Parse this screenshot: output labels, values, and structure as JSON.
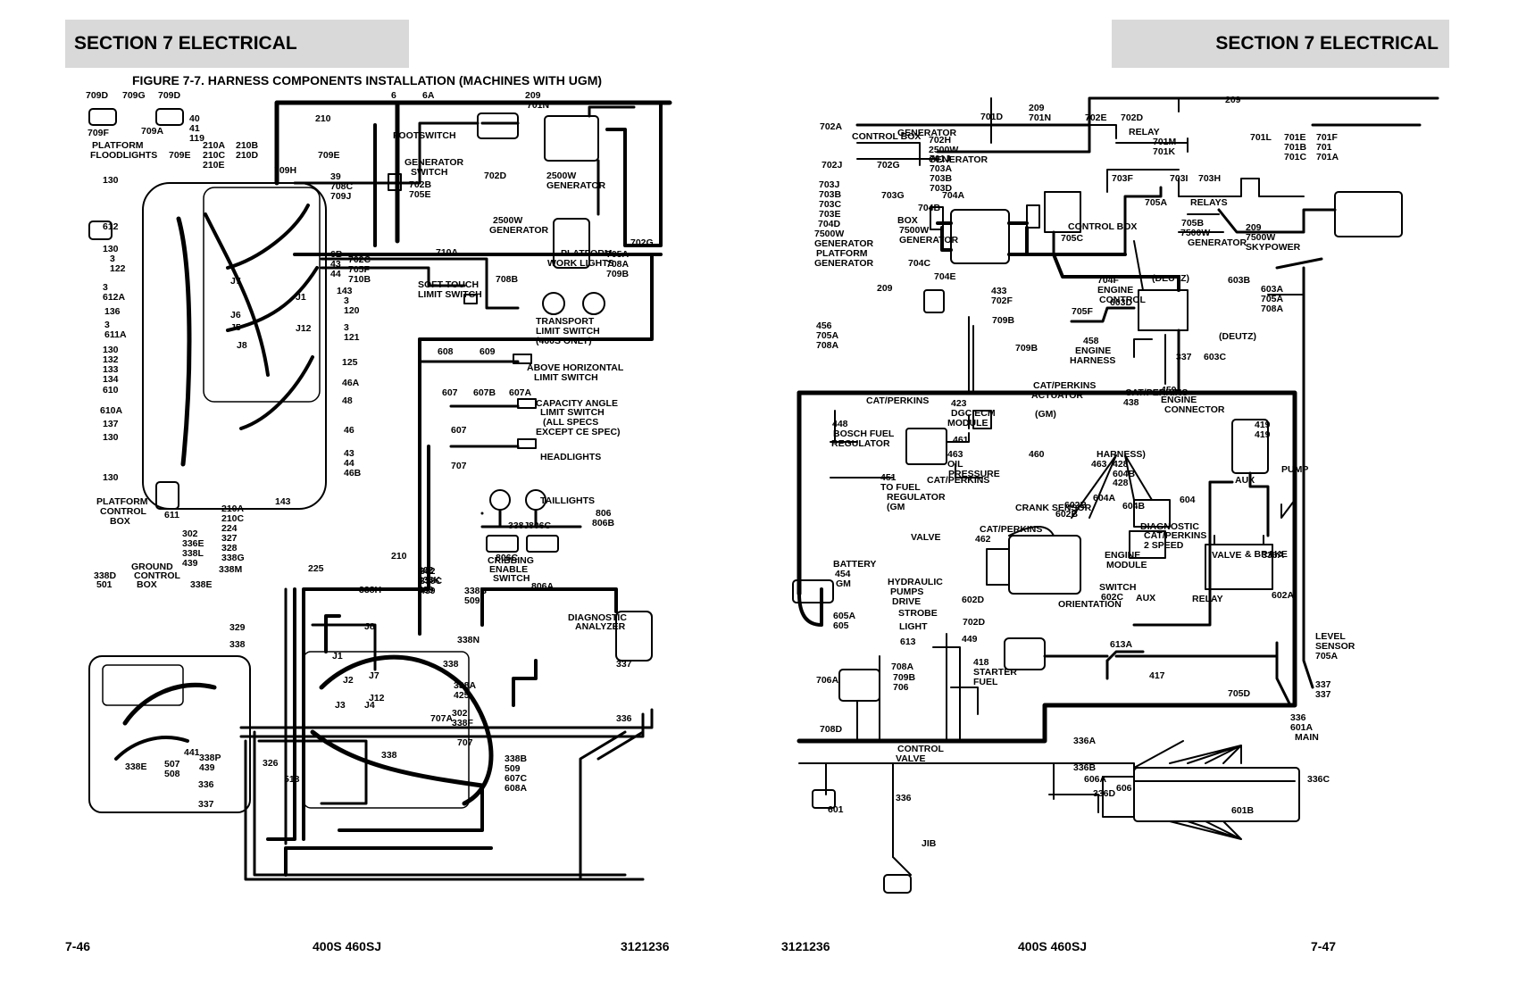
{
  "header": {
    "left": "SECTION 7   ELECTRICAL",
    "right": "SECTION 7   ELECTRICAL"
  },
  "figure_title": "FIGURE 7-7. HARNESS COMPONENTS INSTALLATION (MACHINES WITH UGM)",
  "footer": {
    "left_page": "7-46",
    "left_model": "400S 460SJ",
    "left_doc": "3121236",
    "right_doc": "3121236",
    "right_model": "400S 460SJ",
    "right_page": "7-47"
  },
  "left_labels": [
    {
      "t": "709D"
    },
    {
      "t": "709G"
    },
    {
      "t": "709D"
    },
    {
      "t": "40"
    },
    {
      "t": "41"
    },
    {
      "t": "119"
    },
    {
      "t": "709F"
    },
    {
      "t": "709A"
    },
    {
      "t": "210A"
    },
    {
      "t": "210C"
    },
    {
      "t": "210E"
    },
    {
      "t": "210B"
    },
    {
      "t": "210D"
    },
    {
      "t": "PLATFORM"
    },
    {
      "t": "FLOODLIGHTS"
    },
    {
      "t": "709E"
    },
    {
      "t": "210"
    },
    {
      "t": "709E"
    },
    {
      "t": "709H"
    },
    {
      "t": "39"
    },
    {
      "t": "708C"
    },
    {
      "t": "709J"
    },
    {
      "t": "6"
    },
    {
      "t": "6A"
    },
    {
      "t": "FOOTSWITCH"
    },
    {
      "t": "209"
    },
    {
      "t": "701N"
    },
    {
      "t": "GENERATOR"
    },
    {
      "t": "SWITCH"
    },
    {
      "t": "702B"
    },
    {
      "t": "705E"
    },
    {
      "t": "702D"
    },
    {
      "t": "2500W"
    },
    {
      "t": "GENERATOR"
    },
    {
      "t": "2500W"
    },
    {
      "t": "GENERATOR"
    },
    {
      "t": "702G"
    },
    {
      "t": "130"
    },
    {
      "t": "612"
    },
    {
      "t": "130"
    },
    {
      "t": "3"
    },
    {
      "t": "122"
    },
    {
      "t": "3"
    },
    {
      "t": "612A"
    },
    {
      "t": "136"
    },
    {
      "t": "3"
    },
    {
      "t": "611A"
    },
    {
      "t": "130"
    },
    {
      "t": "132"
    },
    {
      "t": "133"
    },
    {
      "t": "134"
    },
    {
      "t": "610"
    },
    {
      "t": "610A"
    },
    {
      "t": "137"
    },
    {
      "t": "130"
    },
    {
      "t": "130"
    },
    {
      "t": "6B"
    },
    {
      "t": "43"
    },
    {
      "t": "44"
    },
    {
      "t": "702C"
    },
    {
      "t": "705F"
    },
    {
      "t": "710B"
    },
    {
      "t": "143"
    },
    {
      "t": "3"
    },
    {
      "t": "120"
    },
    {
      "t": "3"
    },
    {
      "t": "121"
    },
    {
      "t": "125"
    },
    {
      "t": "46A"
    },
    {
      "t": "48"
    },
    {
      "t": "46"
    },
    {
      "t": "43"
    },
    {
      "t": "44"
    },
    {
      "t": "46B"
    },
    {
      "t": "143"
    },
    {
      "t": "710A"
    },
    {
      "t": "SOFT TOUCH"
    },
    {
      "t": "LIMIT SWITCH"
    },
    {
      "t": "708B"
    },
    {
      "t": "PLATFORM"
    },
    {
      "t": "WORK LIGHTS"
    },
    {
      "t": "705A"
    },
    {
      "t": "708A"
    },
    {
      "t": "709B"
    },
    {
      "t": "TRANSPORT"
    },
    {
      "t": "LIMIT SWITCH"
    },
    {
      "t": "(400S ONLY)"
    },
    {
      "t": "608"
    },
    {
      "t": "609"
    },
    {
      "t": "ABOVE HORIZONTAL"
    },
    {
      "t": "LIMIT SWITCH"
    },
    {
      "t": "607"
    },
    {
      "t": "607B"
    },
    {
      "t": "607A"
    },
    {
      "t": "CAPACITY ANGLE"
    },
    {
      "t": "LIMIT SWITCH"
    },
    {
      "t": "(ALL SPECS"
    },
    {
      "t": "EXCEPT CE SPEC)"
    },
    {
      "t": "607"
    },
    {
      "t": "707"
    },
    {
      "t": "HEADLIGHTS"
    },
    {
      "t": "TAILLIGHTS"
    },
    {
      "t": "PLATFORM"
    },
    {
      "t": "CONTROL"
    },
    {
      "t": "BOX"
    },
    {
      "t": "611"
    },
    {
      "t": "210A"
    },
    {
      "t": "210C"
    },
    {
      "t": "224"
    },
    {
      "t": "327"
    },
    {
      "t": "328"
    },
    {
      "t": "338G"
    },
    {
      "t": "302"
    },
    {
      "t": "336E"
    },
    {
      "t": "338L"
    },
    {
      "t": "439"
    },
    {
      "t": "GROUND"
    },
    {
      "t": "CONTROL"
    },
    {
      "t": "BOX"
    },
    {
      "t": "338D"
    },
    {
      "t": "501"
    },
    {
      "t": "338E"
    },
    {
      "t": "338M"
    },
    {
      "t": "225"
    },
    {
      "t": "210"
    },
    {
      "t": "302"
    },
    {
      "t": "338K"
    },
    {
      "t": "439"
    },
    {
      "t": "338H"
    },
    {
      "t": "302"
    },
    {
      "t": "338C"
    },
    {
      "t": "439"
    },
    {
      "t": "338J"
    },
    {
      "t": "806C"
    },
    {
      "t": "806"
    },
    {
      "t": "806B"
    },
    {
      "t": "CRIBBING"
    },
    {
      "t": "ENABLE"
    },
    {
      "t": "SWITCH"
    },
    {
      "t": "806C"
    },
    {
      "t": "806A"
    },
    {
      "t": "338B"
    },
    {
      "t": "509"
    },
    {
      "t": "DIAGNOSTIC"
    },
    {
      "t": "ANALYZER"
    },
    {
      "t": "329"
    },
    {
      "t": "338"
    },
    {
      "t": "338N"
    },
    {
      "t": "338"
    },
    {
      "t": "338A"
    },
    {
      "t": "425"
    },
    {
      "t": "337"
    },
    {
      "t": "336"
    },
    {
      "t": "302"
    },
    {
      "t": "338F"
    },
    {
      "t": "707A"
    },
    {
      "t": "707"
    },
    {
      "t": "338"
    },
    {
      "t": "338B"
    },
    {
      "t": "509"
    },
    {
      "t": "607C"
    },
    {
      "t": "608A"
    },
    {
      "t": "326"
    },
    {
      "t": "513"
    },
    {
      "t": "338E"
    },
    {
      "t": "507"
    },
    {
      "t": "508"
    },
    {
      "t": "441"
    },
    {
      "t": "338P"
    },
    {
      "t": "439"
    },
    {
      "t": "336"
    },
    {
      "t": "337"
    },
    {
      "t": "J7"
    },
    {
      "t": "J6"
    },
    {
      "t": "J5"
    },
    {
      "t": "J8"
    },
    {
      "t": "J1"
    },
    {
      "t": "J12"
    },
    {
      "t": "J8"
    },
    {
      "t": "J1"
    },
    {
      "t": "J2"
    },
    {
      "t": "J7"
    },
    {
      "t": "J12"
    },
    {
      "t": "J3"
    },
    {
      "t": "J4"
    }
  ],
  "right_labels": [
    {
      "t": "209"
    },
    {
      "t": "701N"
    },
    {
      "t": "702E"
    },
    {
      "t": "702D"
    },
    {
      "t": "209"
    },
    {
      "t": "701D"
    },
    {
      "t": "702A"
    },
    {
      "t": "GENERATOR"
    },
    {
      "t": "CONTROL BOX"
    },
    {
      "t": "702J"
    },
    {
      "t": "702G"
    },
    {
      "t": "702H"
    },
    {
      "t": "2500W"
    },
    {
      "t": "GENERATOR"
    },
    {
      "t": "RELAY"
    },
    {
      "t": "701M"
    },
    {
      "t": "701K"
    },
    {
      "t": "701L"
    },
    {
      "t": "701E"
    },
    {
      "t": "701B"
    },
    {
      "t": "701C"
    },
    {
      "t": "701F"
    },
    {
      "t": "701"
    },
    {
      "t": "701A"
    },
    {
      "t": "701J"
    },
    {
      "t": "703A"
    },
    {
      "t": "703B"
    },
    {
      "t": "703D"
    },
    {
      "t": "703F"
    },
    {
      "t": "703I"
    },
    {
      "t": "703H"
    },
    {
      "t": "703J"
    },
    {
      "t": "703B"
    },
    {
      "t": "703C"
    },
    {
      "t": "703E"
    },
    {
      "t": "703G"
    },
    {
      "t": "704A"
    },
    {
      "t": "704B"
    },
    {
      "t": "704D"
    },
    {
      "t": "7500W"
    },
    {
      "t": "GENERATOR"
    },
    {
      "t": "PLATFORM"
    },
    {
      "t": "BOX"
    },
    {
      "t": "7500W"
    },
    {
      "t": "GENERATOR"
    },
    {
      "t": "CONTROL BOX"
    },
    {
      "t": "705C"
    },
    {
      "t": "705A"
    },
    {
      "t": "705B"
    },
    {
      "t": "7500W"
    },
    {
      "t": "GENERATOR"
    },
    {
      "t": "RELAYS"
    },
    {
      "t": "209"
    },
    {
      "t": "7500W"
    },
    {
      "t": "SKYPOWER"
    },
    {
      "t": "GENERATOR"
    },
    {
      "t": "704C"
    },
    {
      "t": "704E"
    },
    {
      "t": "209"
    },
    {
      "t": "704F"
    },
    {
      "t": "ENGINE"
    },
    {
      "t": "CONTROL"
    },
    {
      "t": "(DEUTZ)"
    },
    {
      "t": "603B"
    },
    {
      "t": "433"
    },
    {
      "t": "702F"
    },
    {
      "t": "705F"
    },
    {
      "t": "603D"
    },
    {
      "t": "603A"
    },
    {
      "t": "705A"
    },
    {
      "t": "708A"
    },
    {
      "t": "709B"
    },
    {
      "t": "458"
    },
    {
      "t": "ENGINE"
    },
    {
      "t": "HARNESS"
    },
    {
      "t": "(DEUTZ)"
    },
    {
      "t": "456"
    },
    {
      "t": "705A"
    },
    {
      "t": "708A"
    },
    {
      "t": "709B"
    },
    {
      "t": "337"
    },
    {
      "t": "603C"
    },
    {
      "t": "423"
    },
    {
      "t": "DGC ECM"
    },
    {
      "t": "MODULE"
    },
    {
      "t": "CAT/PERKINS"
    },
    {
      "t": "ACTUATOR"
    },
    {
      "t": "CAT/PERKINS"
    },
    {
      "t": "438"
    },
    {
      "t": "459"
    },
    {
      "t": "ENGINE"
    },
    {
      "t": "CONNECTOR"
    },
    {
      "t": "CAT/PERKINS"
    },
    {
      "t": "448"
    },
    {
      "t": "BOSCH FUEL"
    },
    {
      "t": "REGULATOR"
    },
    {
      "t": "(GM)"
    },
    {
      "t": "461"
    },
    {
      "t": "460"
    },
    {
      "t": "463"
    },
    {
      "t": "OIL"
    },
    {
      "t": "PRESSURE"
    },
    {
      "t": "CAT/PERKINS"
    },
    {
      "t": "451"
    },
    {
      "t": "TO FUEL"
    },
    {
      "t": "REGULATOR"
    },
    {
      "t": "(GM"
    },
    {
      "t": "HARNESS)"
    },
    {
      "t": "463"
    },
    {
      "t": "428"
    },
    {
      "t": "604B"
    },
    {
      "t": "428"
    },
    {
      "t": "604B"
    },
    {
      "t": "604A"
    },
    {
      "t": "604"
    },
    {
      "t": "419"
    },
    {
      "t": "419"
    },
    {
      "t": "AUX"
    },
    {
      "t": "PUMP"
    },
    {
      "t": "602B"
    },
    {
      "t": "602B"
    },
    {
      "t": "CRANK SENSOR"
    },
    {
      "t": "CAT/PERKINS"
    },
    {
      "t": "462"
    },
    {
      "t": "DIAGNOSTIC"
    },
    {
      "t": "CAT/PERKINS"
    },
    {
      "t": "2 SPEED"
    },
    {
      "t": "& BRAKE"
    },
    {
      "t": "VALVE"
    },
    {
      "t": "BATTERY"
    },
    {
      "t": "454"
    },
    {
      "t": "GM"
    },
    {
      "t": "ENGINE"
    },
    {
      "t": "MODULE"
    },
    {
      "t": "HYDRAULIC"
    },
    {
      "t": "PUMPS"
    },
    {
      "t": "DRIVE"
    },
    {
      "t": "ORIENTATION"
    },
    {
      "t": "SWITCH"
    },
    {
      "t": "602C"
    },
    {
      "t": "AUX"
    },
    {
      "t": "RELAY"
    },
    {
      "t": "602A"
    },
    {
      "t": "602D"
    },
    {
      "t": "702D"
    },
    {
      "t": "449"
    },
    {
      "t": "605A"
    },
    {
      "t": "605"
    },
    {
      "t": "STROBE"
    },
    {
      "t": "LIGHT"
    },
    {
      "t": "613"
    },
    {
      "t": "613A"
    },
    {
      "t": "418"
    },
    {
      "t": "STARTER"
    },
    {
      "t": "FUEL"
    },
    {
      "t": "LEVEL"
    },
    {
      "t": "SENSOR"
    },
    {
      "t": "705A"
    },
    {
      "t": "708A"
    },
    {
      "t": "709B"
    },
    {
      "t": "706"
    },
    {
      "t": "706A"
    },
    {
      "t": "417"
    },
    {
      "t": "337"
    },
    {
      "t": "337"
    },
    {
      "t": "705D"
    },
    {
      "t": "708D"
    },
    {
      "t": "336A"
    },
    {
      "t": "336"
    },
    {
      "t": "601A"
    },
    {
      "t": "MAIN"
    },
    {
      "t": "CONTROL"
    },
    {
      "t": "VALVE"
    },
    {
      "t": "336B"
    },
    {
      "t": "606A"
    },
    {
      "t": "336C"
    },
    {
      "t": "601"
    },
    {
      "t": "336"
    },
    {
      "t": "336D"
    },
    {
      "t": "606"
    },
    {
      "t": "601B"
    },
    {
      "t": "JIB"
    },
    {
      "t": "VALVE"
    },
    {
      "t": "336A"
    },
    {
      "t": "ALARM"
    },
    {
      "t": "+"
    },
    {
      "t": "−"
    }
  ]
}
